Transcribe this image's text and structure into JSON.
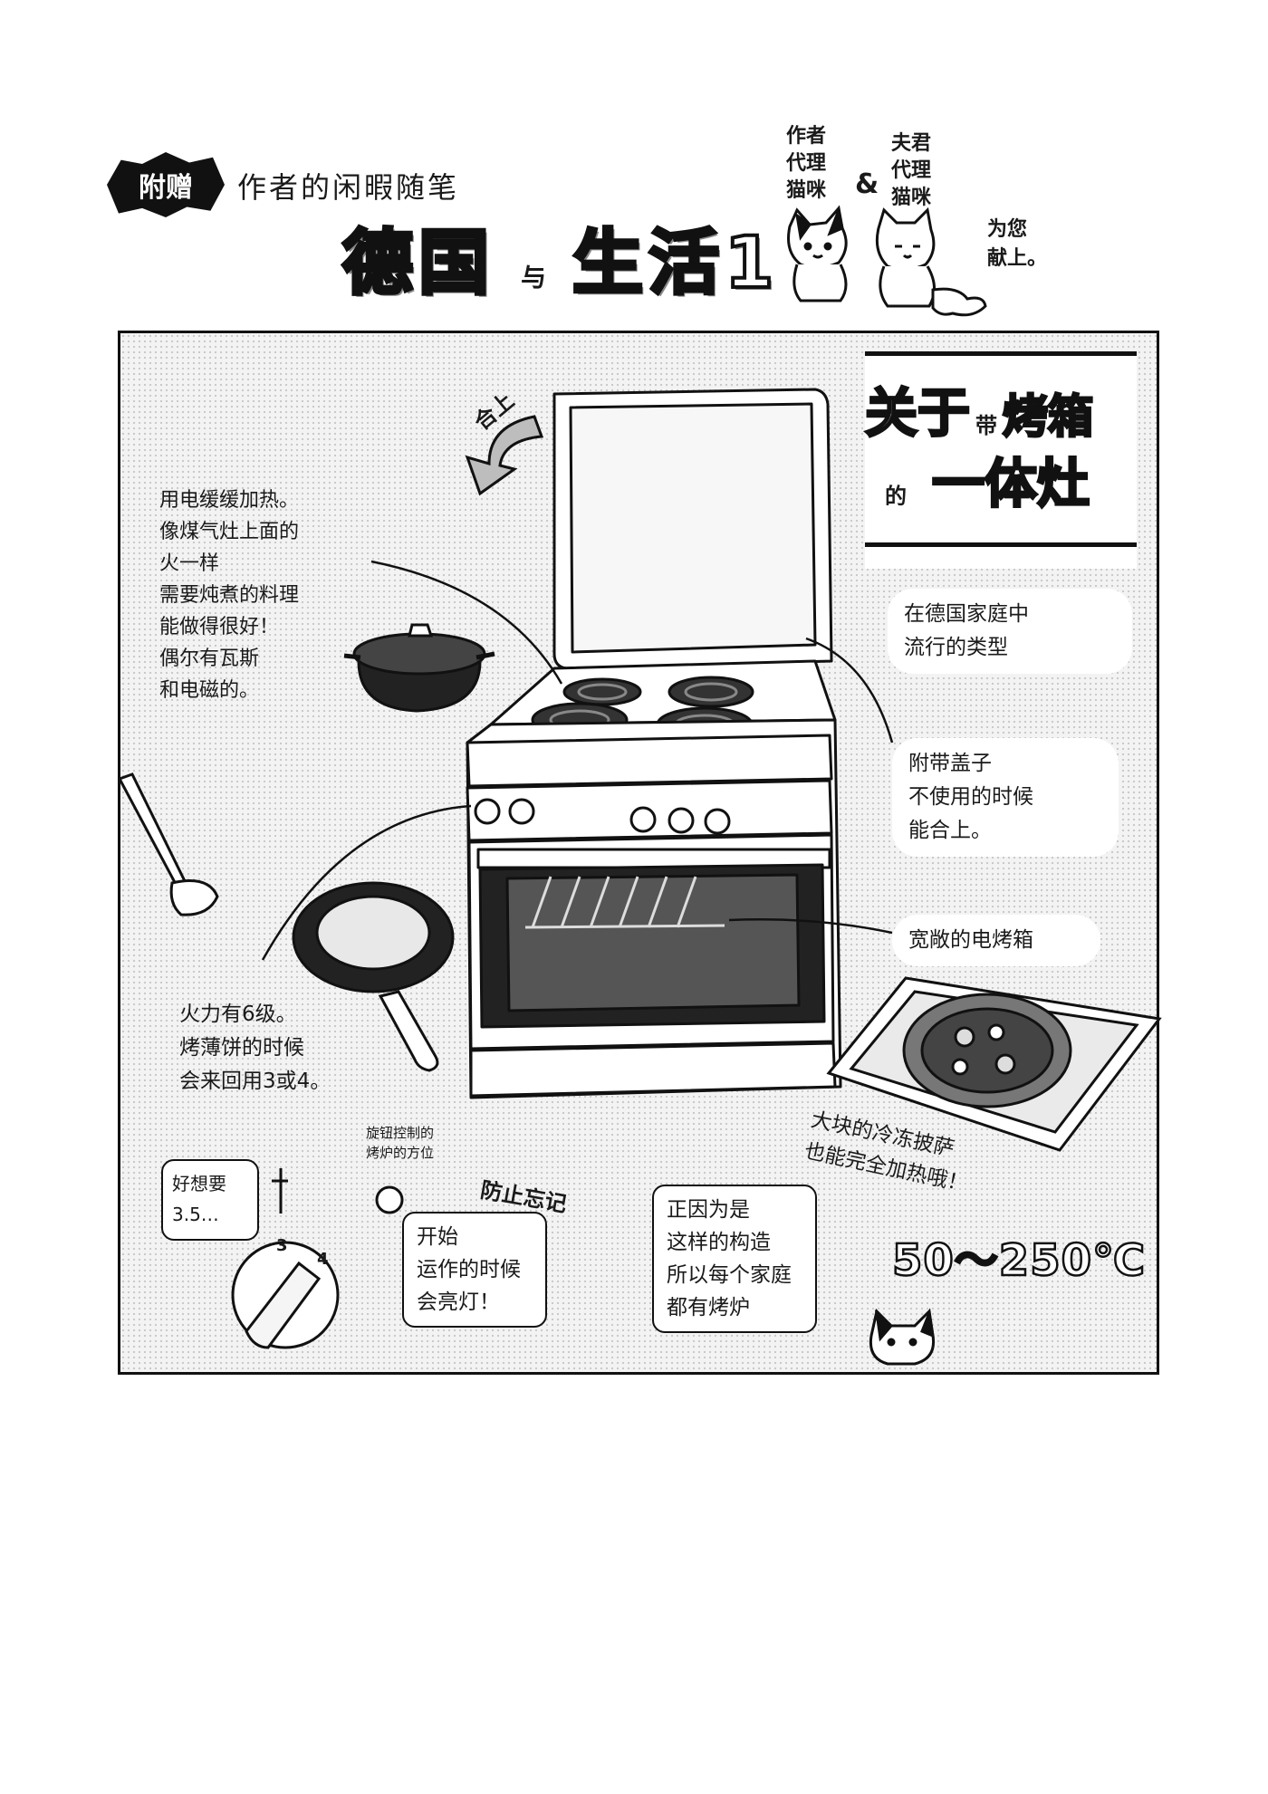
{
  "header": {
    "badge": "附赠",
    "subtitle": "作者的闲暇随笔",
    "title_part1": "德国",
    "title_joiner": "与",
    "title_part2": "生活",
    "title_number": "1",
    "credit_author_lines": [
      "作者",
      "代理",
      "猫咪"
    ],
    "amp": "&",
    "credit_husband_lines": [
      "夫君",
      "代理",
      "猫咪"
    ],
    "dedication_lines": [
      "为您",
      "献上。"
    ]
  },
  "panel": {
    "topic_line1_big": "关于",
    "topic_line1_small": "带",
    "topic_line1_big2": "烤箱",
    "topic_line2_small": "的",
    "topic_line2_big": "一体灶",
    "lid_arrow_label": "合上",
    "notes": {
      "stovetop": "用电缓缓加热。\n像煤气灶上面的\n火一样\n需要炖煮的料理\n能做得很好！\n偶尔有瓦斯\n和电磁的。",
      "popular": "在德国家庭中\n流行的类型",
      "lid": "附带盖子\n不使用的时候\n能合上。",
      "oven": "宽敞的电烤箱",
      "knob_levels": "火力有6级。\n烤薄饼的时候\n会来回用3或4。",
      "pizza": "大块的冷冻披萨\n也能完全加热哦！",
      "knob_control": "旋钮控制的\n烤炉的方位",
      "dont_forget": "防止忘记",
      "want": "好想要\n3.5…",
      "lamp": "开始\n运作的时候\n会亮灯！",
      "structure": "正因为是\n这样的构造\n所以每个家庭\n都有烤炉"
    },
    "temperature": "50～250℃",
    "knob_numbers": [
      "3",
      "4"
    ]
  },
  "colors": {
    "ink": "#111111",
    "screentone": "#f3f3f3",
    "paper": "#ffffff"
  }
}
